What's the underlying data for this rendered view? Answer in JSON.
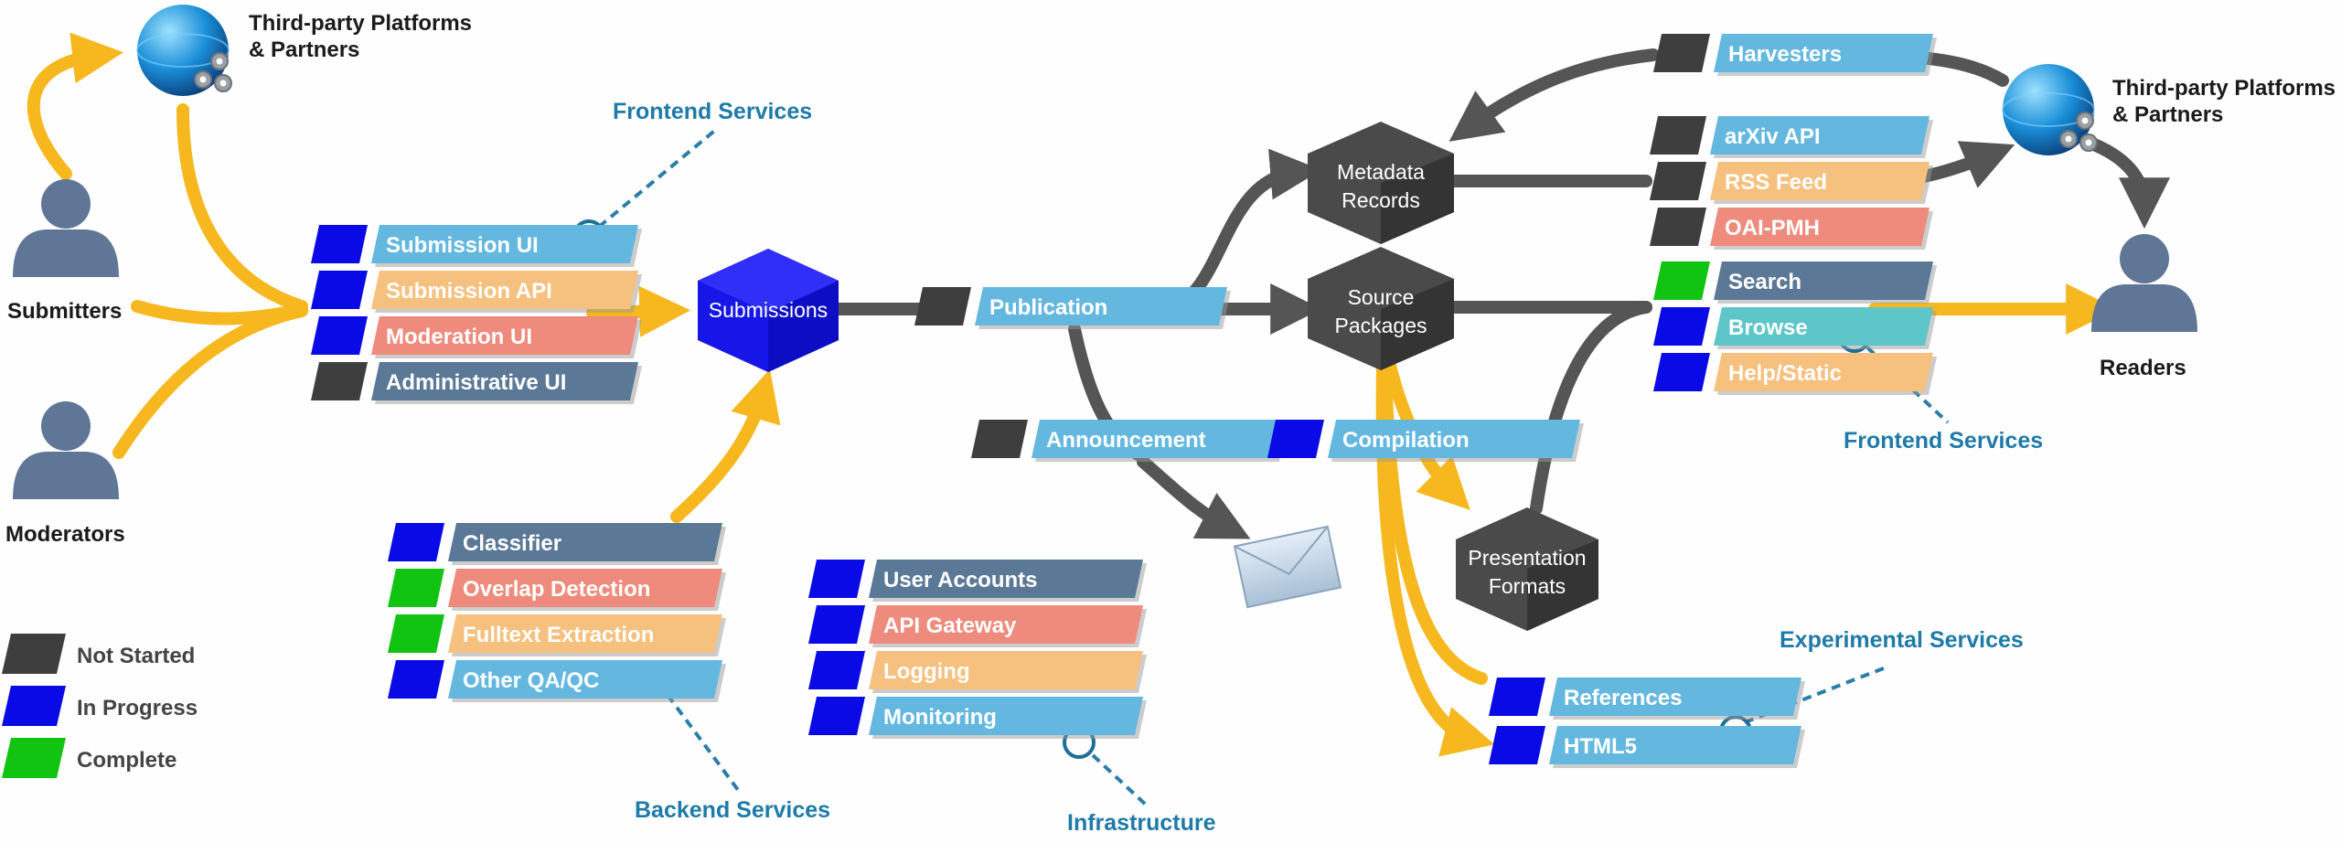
{
  "actors": {
    "third_party_top": [
      "Third-party Platforms",
      "& Partners"
    ],
    "third_party_right": [
      "Third-party Platforms",
      "& Partners"
    ],
    "submitters": "Submitters",
    "moderators": "Moderators",
    "readers": "Readers"
  },
  "groups": {
    "frontend_left": "Frontend Services",
    "frontend_right": "Frontend Services",
    "backend": "Backend Services",
    "infrastructure": "Infrastructure",
    "experimental": "Experimental Services"
  },
  "hubs": {
    "submissions": "Submissions",
    "metadata": [
      "Metadata",
      "Records"
    ],
    "source": [
      "Source",
      "Packages"
    ],
    "presentation": [
      "Presentation",
      "Formats"
    ]
  },
  "services": {
    "submission_ui": "Submission UI",
    "submission_api": "Submission API",
    "moderation_ui": "Moderation UI",
    "admin_ui": "Administrative UI",
    "classifier": "Classifier",
    "overlap": "Overlap Detection",
    "fulltext": "Fulltext Extraction",
    "other_qa": "Other QA/QC",
    "user_accounts": "User Accounts",
    "api_gateway": "API Gateway",
    "logging": "Logging",
    "monitoring": "Monitoring",
    "publication": "Publication",
    "announcement": "Announcement",
    "compilation": "Compilation",
    "harvesters": "Harvesters",
    "arxiv_api": "arXiv API",
    "rss_feed": "RSS Feed",
    "oai_pmh": "OAI-PMH",
    "search": "Search",
    "browse": "Browse",
    "help_static": "Help/Static",
    "references": "References",
    "html5": "HTML5"
  },
  "legend": {
    "not_started": "Not Started",
    "in_progress": "In Progress",
    "complete": "Complete"
  },
  "colors": {
    "not_started": "#3e3e3e",
    "in_progress": "#0a0ae6",
    "complete": "#11c411",
    "arrow_yellow": "#f6b81e",
    "arrow_gray": "#555555",
    "service_blue": "#64b8e0",
    "service_orange": "#f6c07e",
    "service_red": "#ee8b7d",
    "service_slate": "#5b7996",
    "service_teal": "#5ec6c8",
    "group_label": "#1e7aa8"
  }
}
